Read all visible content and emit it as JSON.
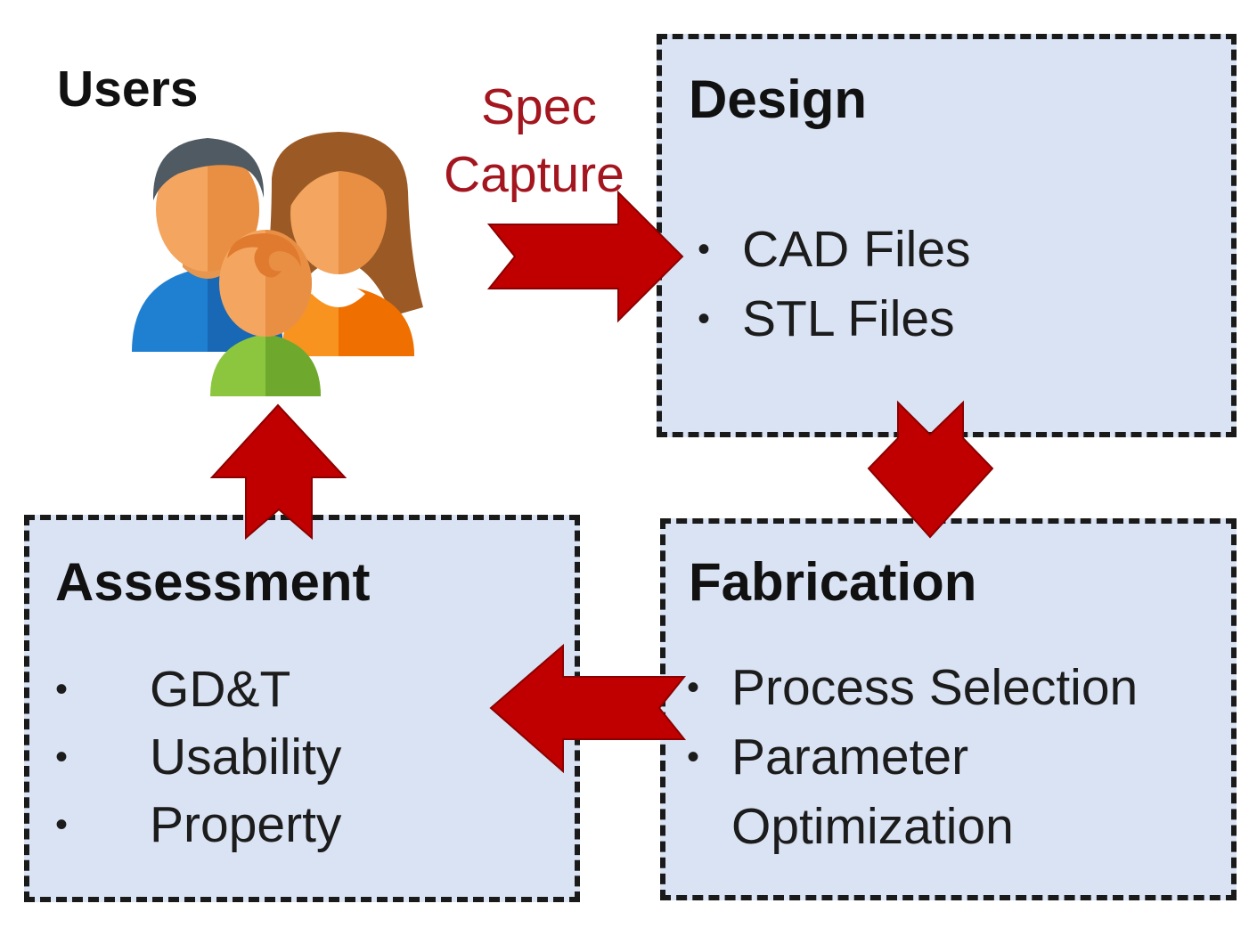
{
  "users": {
    "label": "Users",
    "icon": "family-users-icon"
  },
  "spec_capture": {
    "line1": "Spec",
    "line2": "Capture"
  },
  "design": {
    "title": "Design",
    "items": [
      "CAD Files",
      "STL Files"
    ]
  },
  "fabrication": {
    "title": "Fabrication",
    "items": [
      "Process Selection",
      "Parameter",
      "Optimization"
    ]
  },
  "assessment": {
    "title": "Assessment",
    "items": [
      "GD&T",
      "Usability",
      "Property"
    ]
  },
  "colors": {
    "box_fill": "#dae3f3",
    "arrow_fill": "#c00000",
    "label_red": "#a4161f"
  }
}
